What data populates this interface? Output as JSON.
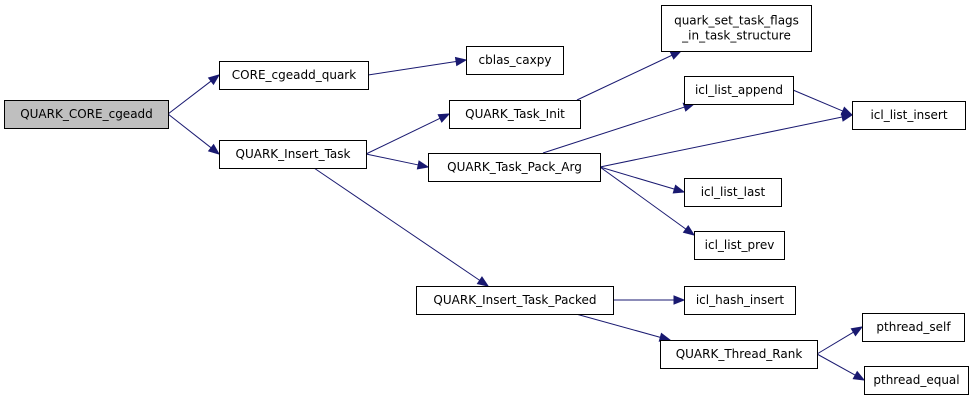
{
  "diagram": {
    "nodes": {
      "n_root": {
        "label": "QUARK_CORE_cgeadd",
        "root": true
      },
      "n_core": {
        "label": "CORE_cgeadd_quark"
      },
      "n_insert": {
        "label": "QUARK_Insert_Task"
      },
      "n_caxpy": {
        "label": "cblas_caxpy"
      },
      "n_init": {
        "label": "QUARK_Task_Init"
      },
      "n_pack": {
        "label": "QUARK_Task_Pack_Arg"
      },
      "n_packed": {
        "label": "QUARK_Insert_Task_Packed"
      },
      "n_flags": {
        "label": "quark_set_task_flags\n_in_task_structure"
      },
      "n_append": {
        "label": "icl_list_append"
      },
      "n_linsert": {
        "label": "icl_list_insert"
      },
      "n_last": {
        "label": "icl_list_last"
      },
      "n_prev": {
        "label": "icl_list_prev"
      },
      "n_hash": {
        "label": "icl_hash_insert"
      },
      "n_rank": {
        "label": "QUARK_Thread_Rank"
      },
      "n_self": {
        "label": "pthread_self"
      },
      "n_equal": {
        "label": "pthread_equal"
      }
    },
    "edges": [
      {
        "from": "n_root",
        "to": "n_core"
      },
      {
        "from": "n_root",
        "to": "n_insert"
      },
      {
        "from": "n_core",
        "to": "n_caxpy"
      },
      {
        "from": "n_insert",
        "to": "n_init"
      },
      {
        "from": "n_insert",
        "to": "n_pack"
      },
      {
        "from": "n_insert",
        "to": "n_packed"
      },
      {
        "from": "n_init",
        "to": "n_flags"
      },
      {
        "from": "n_pack",
        "to": "n_append"
      },
      {
        "from": "n_pack",
        "to": "n_linsert"
      },
      {
        "from": "n_pack",
        "to": "n_last"
      },
      {
        "from": "n_pack",
        "to": "n_prev"
      },
      {
        "from": "n_append",
        "to": "n_linsert"
      },
      {
        "from": "n_packed",
        "to": "n_hash"
      },
      {
        "from": "n_packed",
        "to": "n_rank"
      },
      {
        "from": "n_rank",
        "to": "n_self"
      },
      {
        "from": "n_rank",
        "to": "n_equal"
      }
    ],
    "colors": {
      "edge": "#191970",
      "root_fill": "#bfbfbf",
      "node_fill": "#ffffff",
      "node_border": "#000000"
    }
  }
}
